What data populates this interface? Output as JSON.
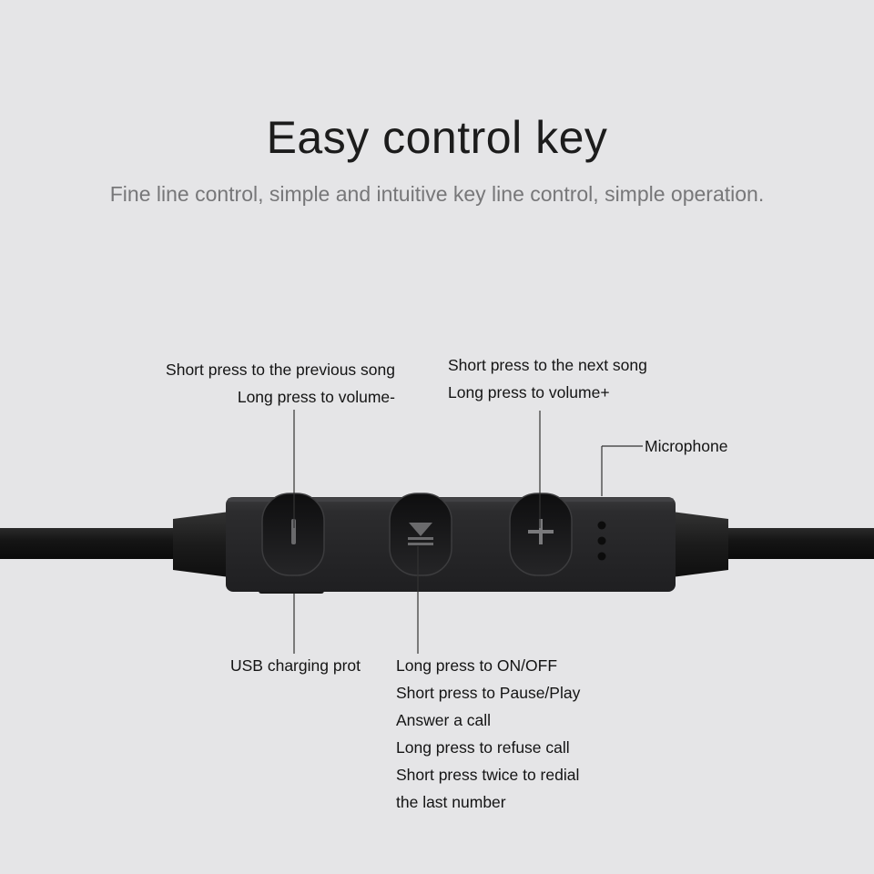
{
  "title": "Easy control key",
  "subtitle": "Fine line control, simple and intuitive key line control, simple operation.",
  "labels": {
    "previous": [
      "Short press to the previous song",
      "Long press to volume-"
    ],
    "next": [
      "Short press to the next song",
      "Long press to volume+"
    ],
    "microphone": "Microphone",
    "usb": "USB charging prot",
    "play": [
      "Long press to ON/OFF",
      "Short press to Pause/Play",
      "Answer a call",
      "Long press to refuse call",
      "Short press twice to redial",
      "the last number"
    ]
  },
  "icons": {
    "minus_button": "minus-icon",
    "play_pause_button": "play-pause-icon",
    "plus_button": "plus-icon",
    "microphone": "microphone-holes-icon"
  },
  "colors": {
    "background": "#e5e5e7",
    "remote_body": "#2b2b2d",
    "button": "#1c1c1e",
    "cable": "#151515"
  }
}
